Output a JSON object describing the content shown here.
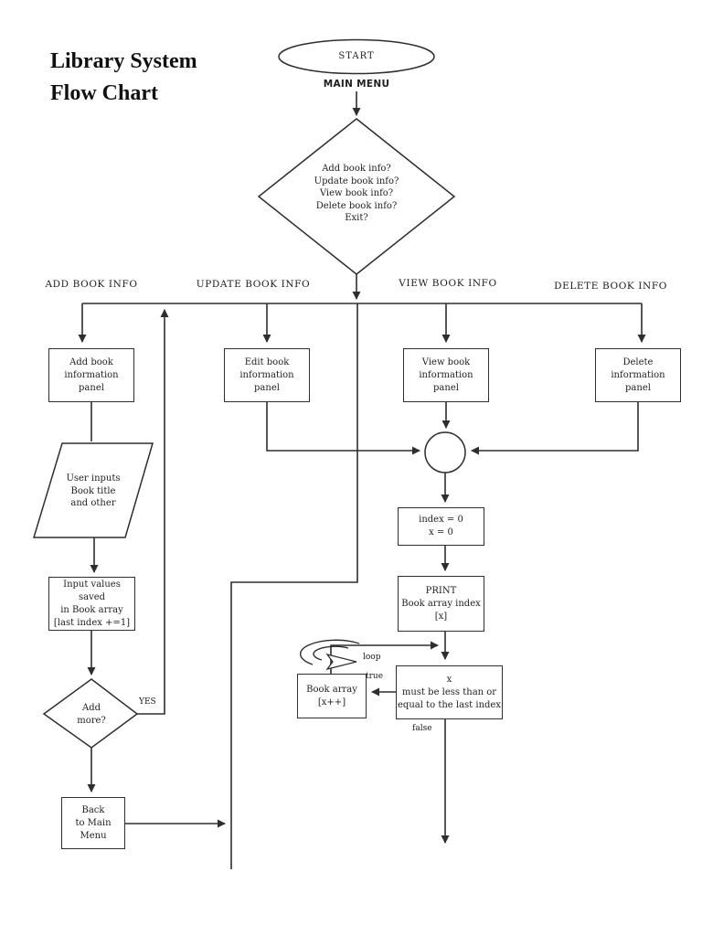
{
  "page": {
    "title": "Library System\nFlow Chart"
  },
  "labels": {
    "main_menu": "MAIN MENU",
    "branch_add": "ADD BOOK INFO",
    "branch_update": "UPDATE BOOK INFO",
    "branch_view": "VIEW BOOK INFO",
    "branch_delete": "DELETE BOOK INFO",
    "yes": "YES",
    "loop": "loop",
    "true": "true",
    "false": "false"
  },
  "nodes": {
    "start": "START",
    "menu_decision": "Add book info?\nUpdate book info?\nView book info?\nDelete book info?\nExit?",
    "add_panel": "Add book\ninformation\npanel",
    "edit_panel": "Edit book\ninformation\npanel",
    "view_panel": "View book\ninformation\npanel",
    "delete_panel": "Delete\ninformation\npanel",
    "user_inputs": "User inputs\nBook title\nand other",
    "save_values": "Input values saved\nin Book array\n[last index +=1]",
    "add_more": "Add\nmore?",
    "back_to_main": "Back\nto Main\nMenu",
    "init_index": "index = 0\nx = 0",
    "print_array": "PRINT\nBook array index\n[x]",
    "loop_condition": "x\nmust be less than or\nequal to the last index",
    "book_array_increment": "Book array\n[x++]"
  },
  "colors": {
    "background": "#ffffff",
    "line": "#2e2e2e",
    "text": "#1f1f1f"
  }
}
